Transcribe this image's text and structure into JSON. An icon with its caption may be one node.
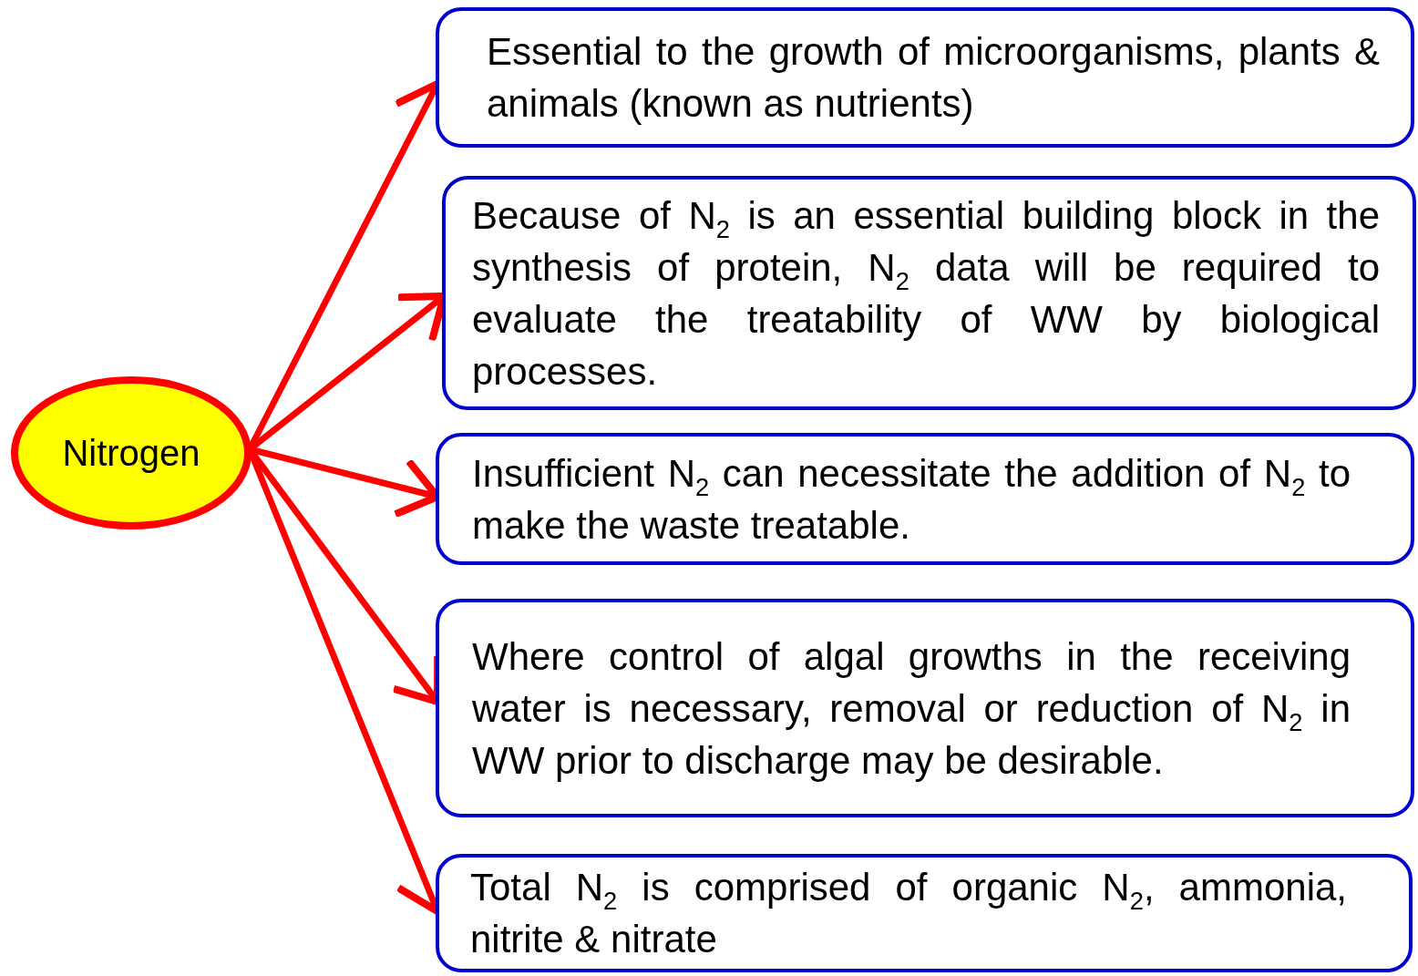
{
  "diagram": {
    "nodes": [
      {
        "text": [
          "Nitrogen"
        ]
      },
      {
        "text": [
          "Essential to the growth of microorganisms, plants & animals (known as nutrients)"
        ]
      },
      {
        "text": [
          "Because of N$_{2}$ is an essential building block in the synthesis of protein, N$_{2}$ data will be required to evaluate the treatability of WW by biological processes."
        ]
      },
      {
        "text": [
          "Insufficient N$_{2}$ can necessitate the addition of N$_{2}$ to make the waste treatable."
        ]
      },
      {
        "text": [
          "Where control of algal growths in the receiving water is necessary, removal or reduction of N$_{2}$ in WW prior to discharge may be desirable."
        ]
      },
      {
        "text": [
          "Total N$_{2}$ is comprised of organic N$_{2}$, ammonia, nitrite & nitrate"
        ]
      }
    ],
    "edges": [
      {
        "from": 0,
        "to": 1,
        "arrow": "to"
      },
      {
        "from": 0,
        "to": 2,
        "arrow": "to"
      },
      {
        "from": 0,
        "to": 3,
        "arrow": "to"
      },
      {
        "from": 0,
        "to": 4,
        "arrow": "to"
      },
      {
        "from": 0,
        "to": 5,
        "arrow": "to"
      }
    ]
  }
}
